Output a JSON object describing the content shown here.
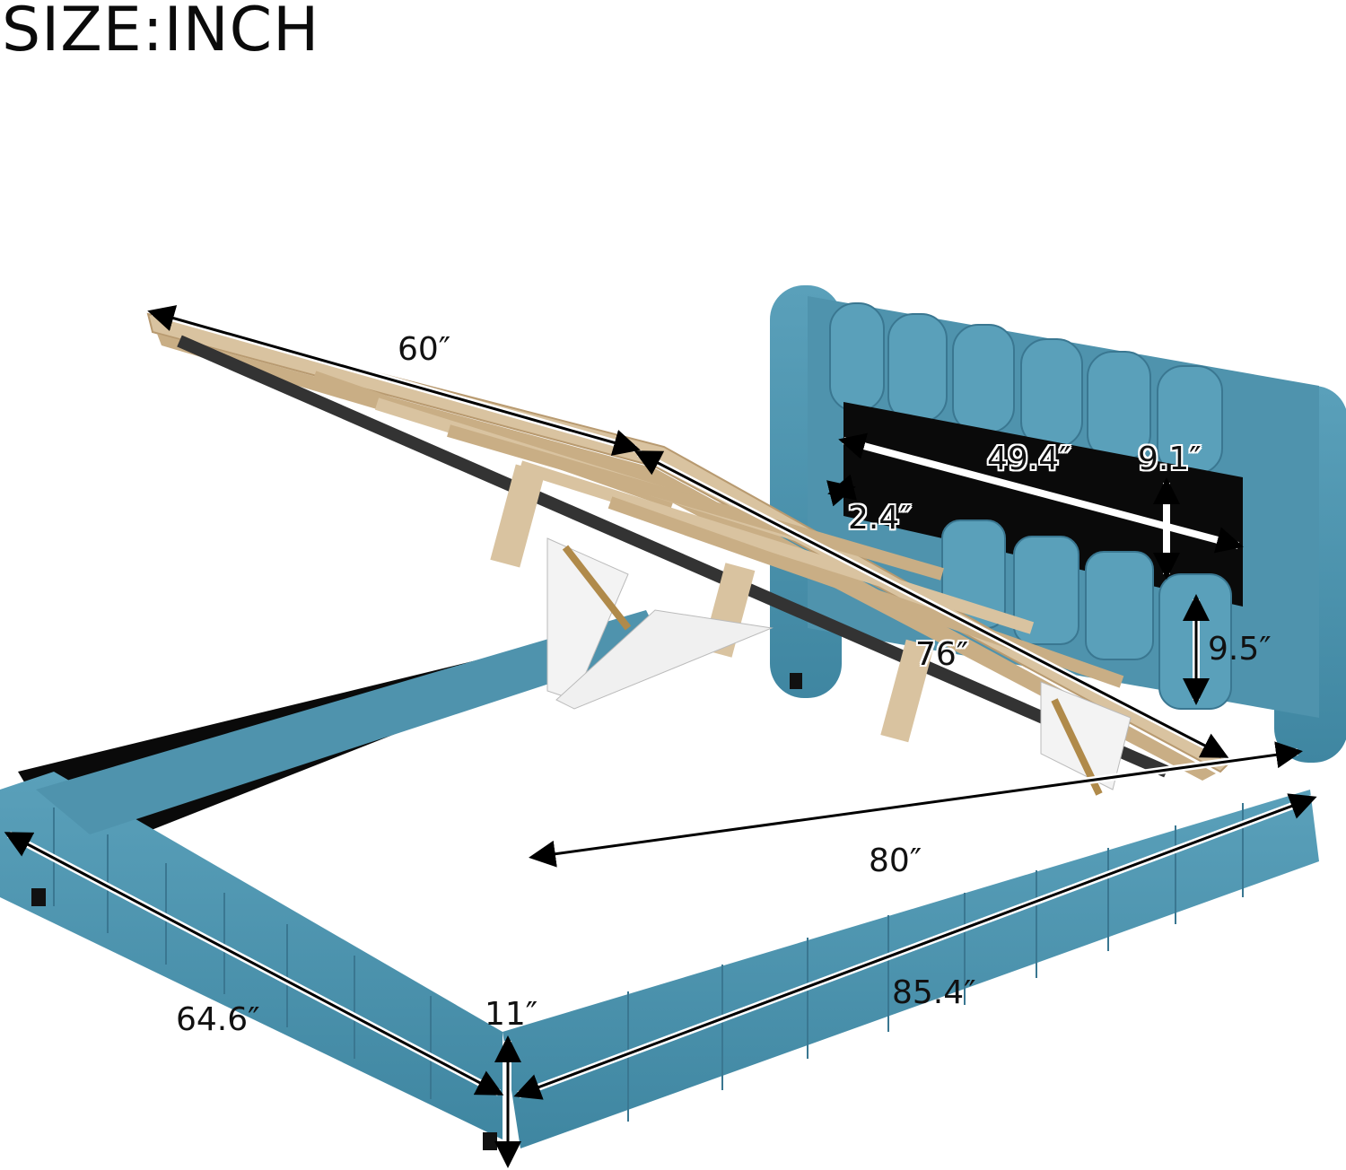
{
  "title": "SIZE:INCH",
  "unit": "inch",
  "colors": {
    "upholstery": "#4f93ad",
    "upholstery_dark": "#3b7b95",
    "wood": "#d9c3a0",
    "wood_dark": "#b89a70",
    "panel": "#0a0a0a",
    "arrow": "#000000",
    "background": "#ffffff"
  },
  "dimensions": {
    "slat_frame_width": "60″",
    "slat_frame_length": "76″",
    "headboard_panel_width": "49.4″",
    "headboard_panel_height": "9.1″",
    "headboard_side_gap": "2.4″",
    "headboard_lower_height": "9.5″",
    "inner_length": "80″",
    "overall_length": "85.4″",
    "overall_width": "64.6″",
    "side_rail_height": "11″"
  }
}
